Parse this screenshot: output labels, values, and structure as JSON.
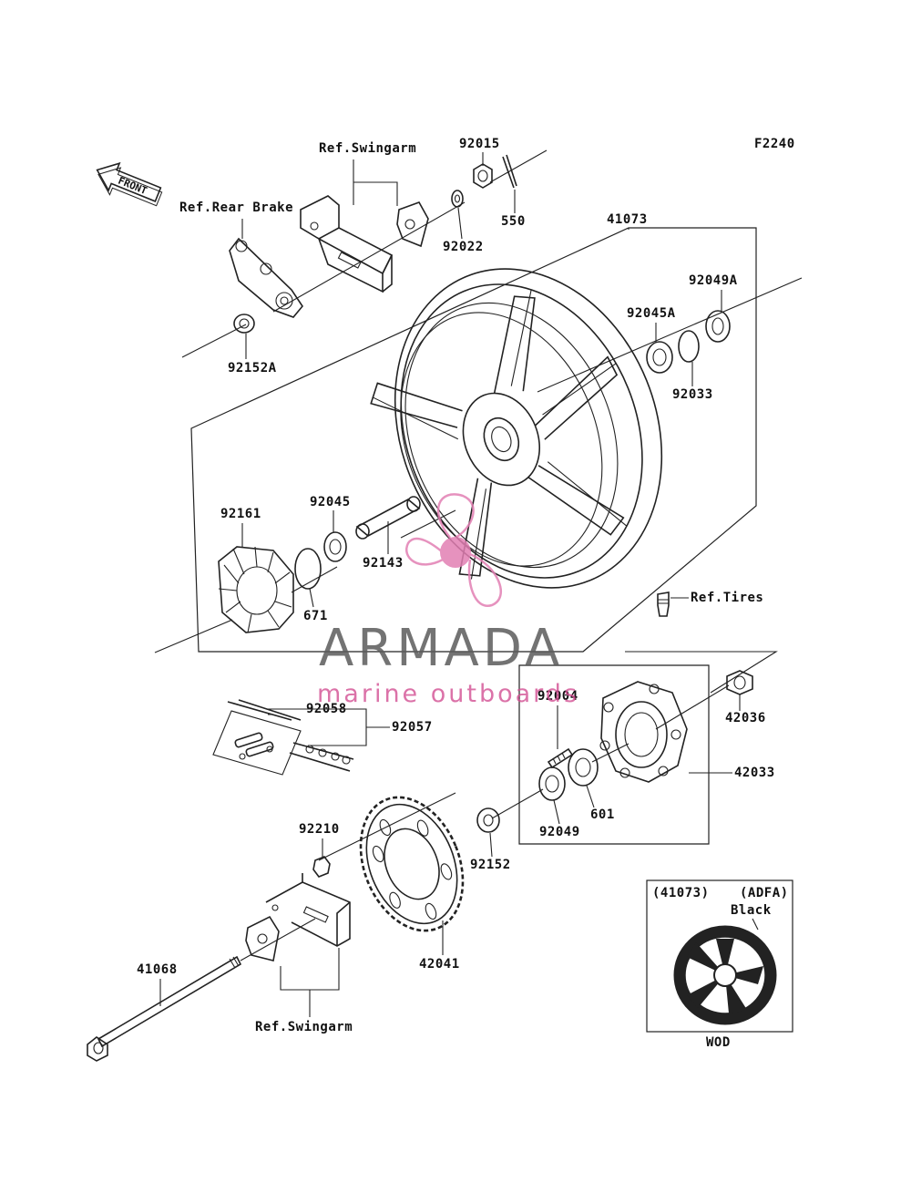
{
  "figure_code": "F2240",
  "front_arrow": {
    "label": "FRONT",
    "icon": "front-arrow-icon"
  },
  "labels": {
    "ref_swingarm_top": "Ref.Swingarm",
    "ref_rear_brake": "Ref.Rear Brake",
    "p92015": "92015",
    "p550": "550",
    "p92022": "92022",
    "p41073": "41073",
    "p92049A": "92049A",
    "p92045A": "92045A",
    "p92033": "92033",
    "p92152A": "92152A",
    "p92161": "92161",
    "p92045": "92045",
    "p92143": "92143",
    "p671": "671",
    "ref_tires": "Ref.Tires",
    "p92058": "92058",
    "p92057": "92057",
    "p92004": "92004",
    "p42036": "42036",
    "p42033": "42033",
    "p601": "601",
    "p92049": "92049",
    "p92152": "92152",
    "p92210": "92210",
    "p42041": "42041",
    "p41068": "41068",
    "ref_swingarm_bottom": "Ref.Swingarm"
  },
  "inset": {
    "code": "(41073)",
    "variant": "(ADFA)",
    "color": "Black",
    "caption": "WOD"
  },
  "watermark": {
    "brand": "ARMADA",
    "tagline": "marine outboards",
    "accent_color": "#e27fb3",
    "icon": "propeller-logo-icon"
  }
}
